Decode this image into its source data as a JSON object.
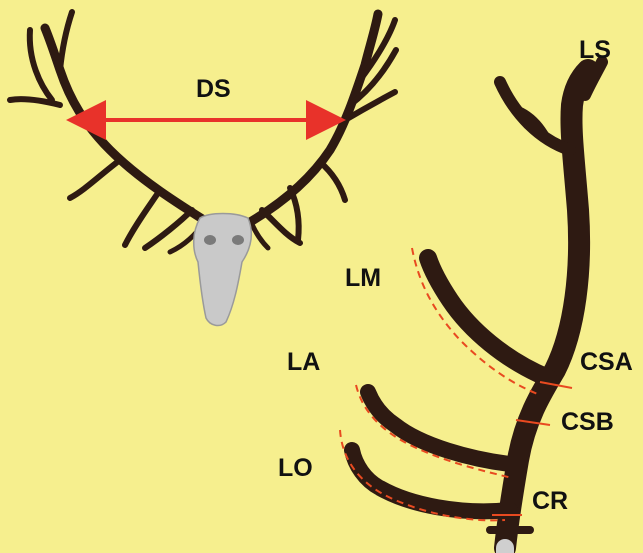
{
  "labels": {
    "ds": "DS",
    "ls": "LS",
    "lm": "LM",
    "la": "LA",
    "csa": "CSA",
    "csb": "CSB",
    "lo": "LO",
    "cr": "CR"
  },
  "colors": {
    "background": "#f6ef8e",
    "antler": "#2e1a12",
    "measure_line": "#e8322a",
    "dashed_outline": "#e84a20",
    "skull": "#c9c9c9"
  }
}
